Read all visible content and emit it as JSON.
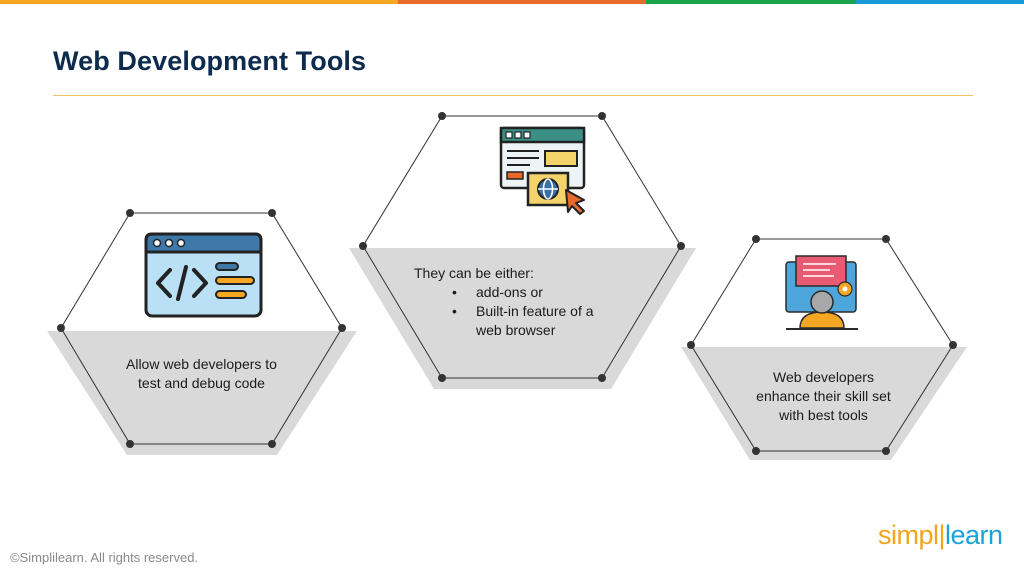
{
  "header": {
    "title": "Web Development Tools",
    "accent_colors": [
      "#f5a623",
      "#e8692c",
      "#19a34a",
      "#1b9ad8"
    ]
  },
  "cards": [
    {
      "icon": "code-window-icon",
      "lines": [
        "Allow web developers to",
        "test and debug code"
      ]
    },
    {
      "icon": "browser-click-icon",
      "intro": "They can be either:",
      "bullets": [
        "add-ons or",
        "Built-in feature of a",
        "web browser"
      ]
    },
    {
      "icon": "developer-monitor-icon",
      "lines": [
        "Web developers",
        "enhance their skill set",
        "with best tools"
      ]
    }
  ],
  "footer": {
    "copyright": "©Simplilearn. All rights reserved."
  },
  "logo": {
    "part1": "simpl",
    "part2": "learn"
  }
}
